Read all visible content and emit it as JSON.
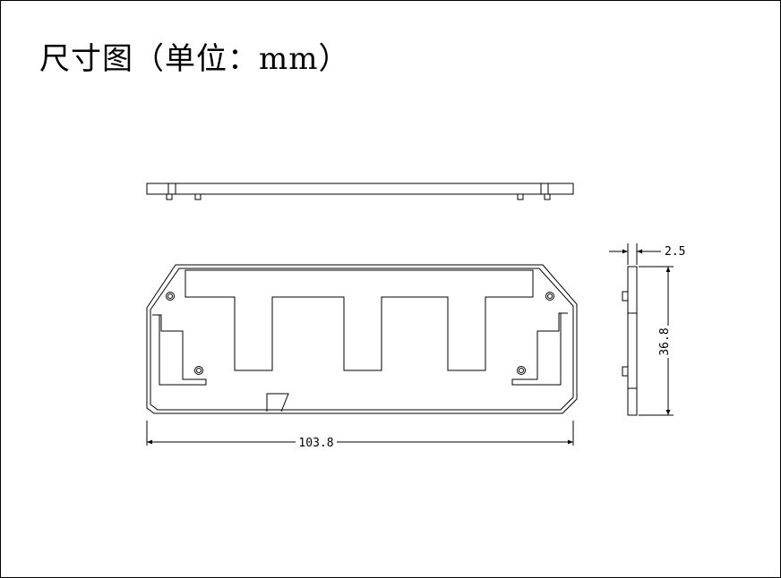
{
  "title": "尺寸图（单位：mm）",
  "dimensions": {
    "length": "103.8",
    "height": "36.8",
    "thickness": "2.5"
  },
  "colors": {
    "line": "#000000",
    "background": "#ffffff"
  }
}
